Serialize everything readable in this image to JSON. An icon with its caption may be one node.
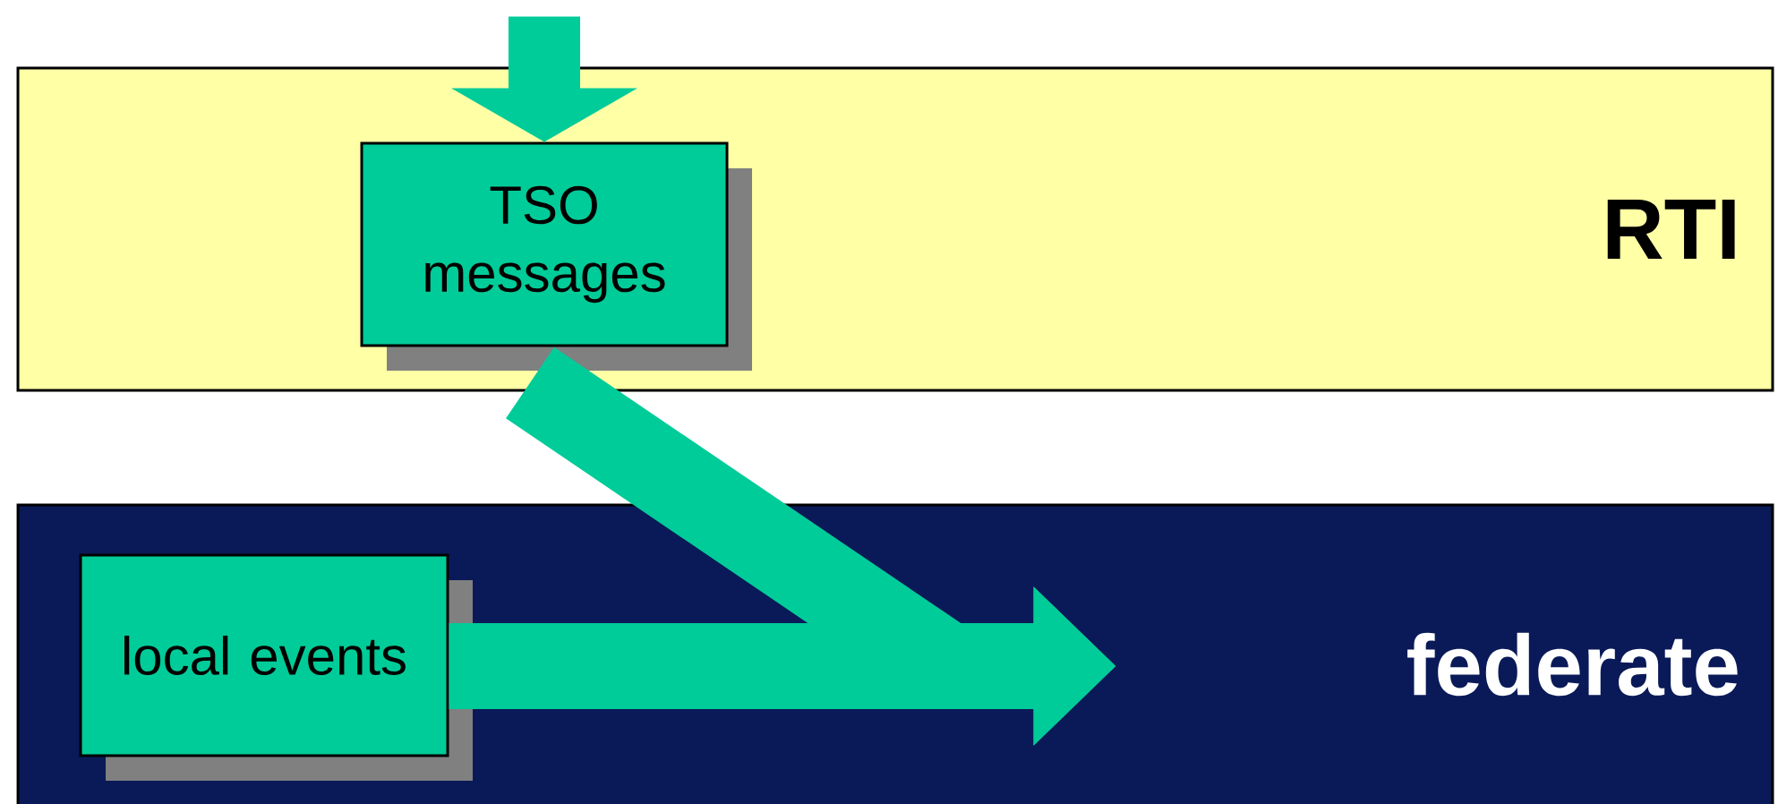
{
  "diagram": {
    "nodes": [
      {
        "text": [
          "RTI"
        ]
      },
      {
        "text": [
          "TSO messages"
        ],
        "in": 0
      },
      {
        "text": [
          "federate"
        ]
      },
      {
        "text": [
          "local events"
        ],
        "in": 2
      }
    ],
    "edges": [
      {
        "from": null,
        "to": 1,
        "arrow": "to"
      },
      {
        "from": 1,
        "to": 2,
        "arrow": "to"
      },
      {
        "from": 3,
        "to": 2,
        "arrow": "to"
      }
    ]
  }
}
